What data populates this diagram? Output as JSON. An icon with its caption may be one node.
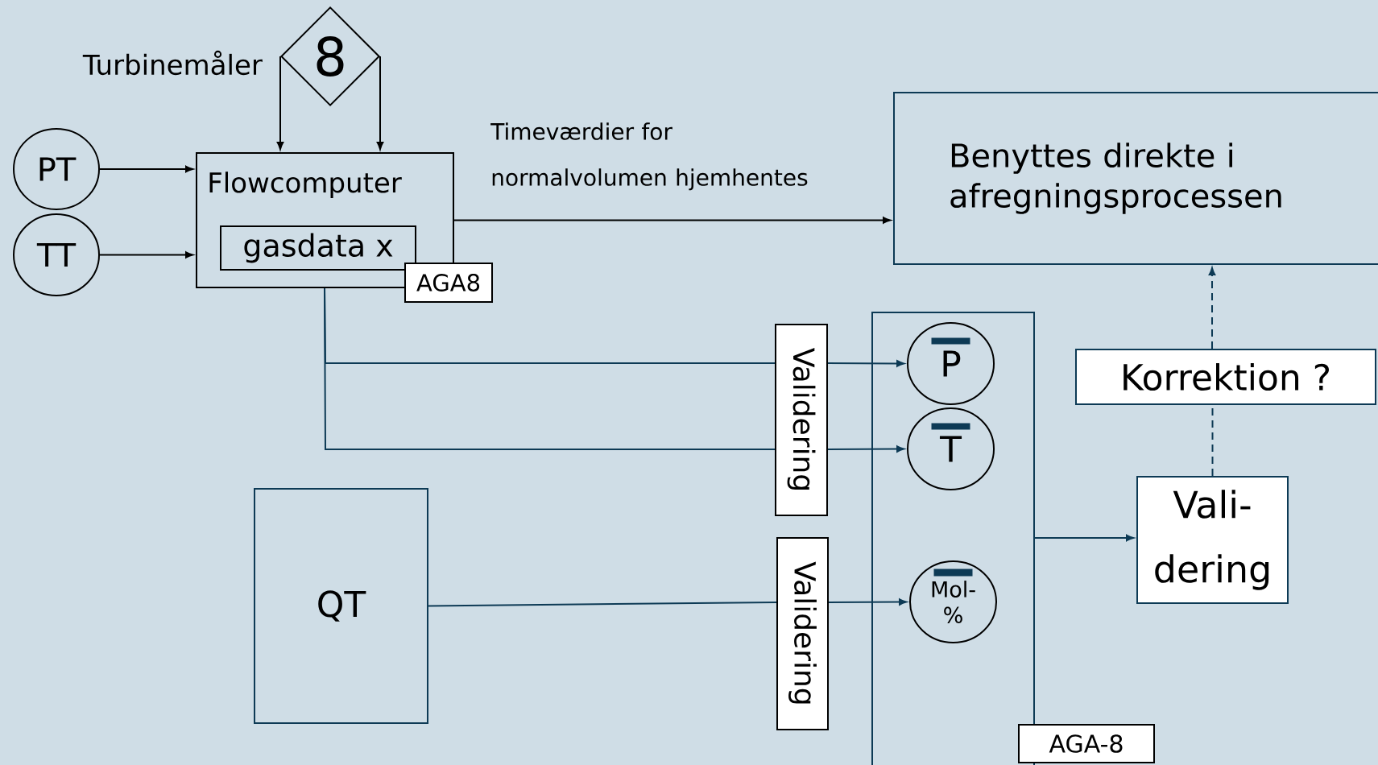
{
  "diagram": {
    "nodes": [
      {
        "text": [
          "8"
        ],
        "beside": [
          "Turbinemåler"
        ]
      },
      {
        "text": [
          "PT"
        ]
      },
      {
        "text": [
          "TT"
        ]
      },
      {
        "text": [
          "Flowcomputer"
        ]
      },
      {
        "text": [
          "gasdata x"
        ],
        "in": 3
      },
      {
        "text": [
          "AGA8"
        ]
      },
      {
        "text": [
          "Benyttes direkte i afregningsprocessen"
        ]
      },
      {
        "text": [
          "Validering"
        ]
      },
      {
        "text": [],
        "shape": "box"
      },
      {
        "text": [
          "P"
        ],
        "in": 8
      },
      {
        "text": [
          "T"
        ],
        "in": 8
      },
      {
        "text": [
          "Mol- %"
        ],
        "in": 8
      },
      {
        "text": [
          "QT"
        ]
      },
      {
        "text": [
          "Validering"
        ]
      },
      {
        "text": [
          "Vali- dering"
        ]
      },
      {
        "text": [
          "Korrektion ?"
        ]
      },
      {
        "text": [
          "AGA-8"
        ]
      }
    ],
    "edges": [
      {
        "from": 0,
        "to": 3,
        "arrow": "to",
        "color": "#000000"
      },
      {
        "from": 0,
        "to": 3,
        "arrow": "to",
        "color": "#000000"
      },
      {
        "from": 1,
        "to": 3,
        "arrow": "to",
        "color": "#000000"
      },
      {
        "from": 2,
        "to": 3,
        "arrow": "to",
        "color": "#000000"
      },
      {
        "from": 3,
        "to": 6,
        "arrow": "to",
        "color": "#000000",
        "label": "Timeværdier for normalvolumen hjemhentes"
      },
      {
        "from": 3,
        "to": 7,
        "arrow": "none"
      },
      {
        "from": 3,
        "to": 7,
        "arrow": "none"
      },
      {
        "from": 7,
        "to": 9,
        "arrow": "to"
      },
      {
        "from": 7,
        "to": 10,
        "arrow": "to"
      },
      {
        "from": 12,
        "to": 13,
        "arrow": "none"
      },
      {
        "from": 13,
        "to": 11,
        "arrow": "to"
      },
      {
        "from": 8,
        "to": 14,
        "arrow": "to"
      },
      {
        "from": 14,
        "to": 15,
        "arrow": "none",
        "style": "dashed"
      },
      {
        "from": 15,
        "to": 6,
        "arrow": "to",
        "style": "dashed"
      }
    ]
  }
}
